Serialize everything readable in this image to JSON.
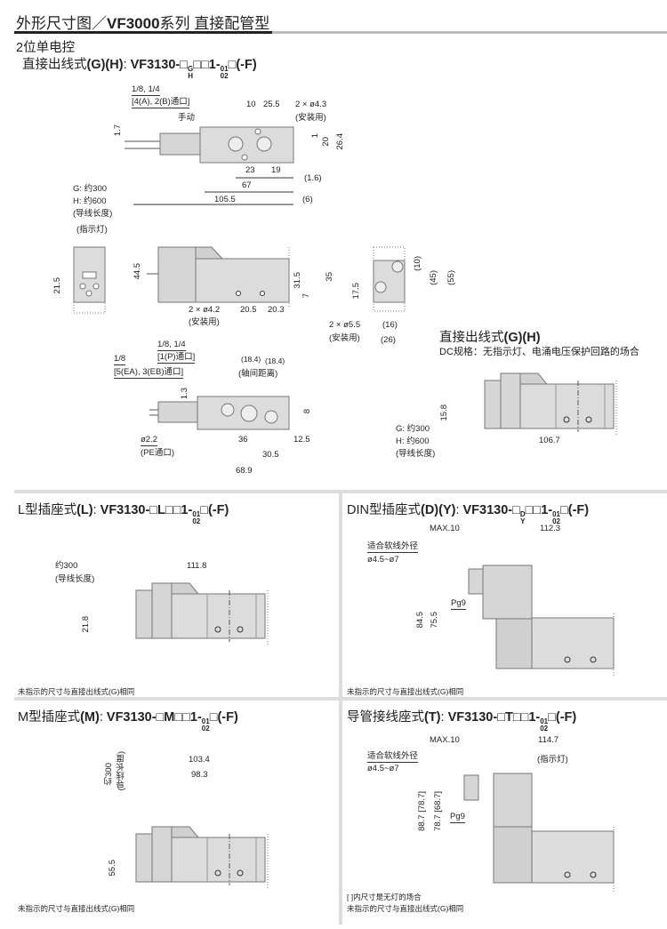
{
  "title": {
    "pre": "外形尺寸图／",
    "bold": "VF3000",
    "post": "系列  直接配管型"
  },
  "subtitle": "2位单电控",
  "sections": {
    "gh": {
      "label": "直接出线式",
      "code": "(G)(H)",
      "a": "VF3130-□",
      "s1t": "G",
      "s1b": "H",
      "b": "□□1-",
      "s2t": "01",
      "s2b": "02",
      "c": "□(-F)"
    },
    "dc": {
      "label": "直接出线式",
      "code": "(G)(H)",
      "desc": "DC规格：无指示灯、电涌电压保护回路的场合"
    },
    "l": {
      "label": "L型插座式",
      "code": "(L)",
      "a": "VF3130-□L",
      "b": "□□1-",
      "s2t": "01",
      "s2b": "02",
      "c": "□(-F)",
      "note": "未指示的尺寸与直接出线式(G)相同"
    },
    "din": {
      "label": "DIN型插座式",
      "code": "(D)(Y)",
      "a": "VF3130-□",
      "s1t": "D",
      "s1b": "Y",
      "b": "□□1-",
      "s2t": "01",
      "s2b": "02",
      "c": "□(-F)",
      "note": "未指示的尺寸与直接出线式(G)相同"
    },
    "m": {
      "label": "M型插座式",
      "code": "(M)",
      "a": "VF3130-□M",
      "b": "□□1-",
      "s2t": "01",
      "s2b": "02",
      "c": "□(-F)",
      "note": "未指示的尺寸与直接出线式(G)相同"
    },
    "t": {
      "label": "导管接线座式",
      "code": "(T)",
      "a": "VF3130-□T",
      "b": "□□1-",
      "s2t": "01",
      "s2b": "02",
      "c": "□(-F)",
      "note_bracket": "[   ]内尺寸是无灯的场合",
      "note": "未指示的尺寸与直接出线式(G)相同"
    }
  },
  "dims": {
    "top": {
      "port": "1/8, 1/4",
      "port_name": "[4(A), 2(B)通口]",
      "d10": "10",
      "d25_5": "25.5",
      "mount": "2 × ø4.3",
      "mount_use": "(安装用)",
      "manual": "手动",
      "d1_7": "1.7",
      "d1": "1",
      "d20": "20",
      "d26_4": "26.4",
      "d23": "23",
      "d19": "19",
      "d1_6": "(1.6)",
      "d67": "67",
      "d105_5": "105.5",
      "d6": "(6)",
      "g": "G: 约300",
      "h": "H: 约600",
      "lead": "(导线长度)"
    },
    "end": {
      "indicator": "(指示灯)",
      "d21_5": "21.5"
    },
    "side": {
      "d44_5": "44.5",
      "mount": "2 × ø4.2",
      "mount_use": "(安装用)",
      "d20_5": "20.5",
      "d20_3": "20.3",
      "d31_5": "31.5",
      "d35": "35",
      "d7": "7"
    },
    "rend": {
      "d10": "(10)",
      "d45": "(45)",
      "d55": "(55)",
      "d17_5": "17.5",
      "mount": "2 × ø5.5",
      "mount_use": "(安装用)",
      "d16": "(16)",
      "d26": "(26)"
    },
    "bottom": {
      "pport": "1/8, 1/4",
      "pport_name": "[1(P)通口]",
      "eport": "1/8",
      "eport_name": "[5(EA), 3(EB)通口]",
      "p1": "(18.4)",
      "p2": "(18.4)",
      "pitch": "(轴间距离)",
      "d1_3": "1.3",
      "d8": "8",
      "pe": "ø2.2",
      "pe_name": "(PE通口)",
      "d36": "36",
      "d12_5": "12.5",
      "d30_5": "30.5",
      "d68_9": "68.9"
    },
    "dc": {
      "d15_8": "15.8",
      "g": "G: 约300",
      "h": "H: 约600",
      "lead": "(导线长度)",
      "d106_7": "106.7"
    },
    "l": {
      "approx": "约300",
      "lead": "(导线长度)",
      "d111_8": "111.8",
      "d21_8": "21.8"
    },
    "din": {
      "max": "MAX.10",
      "d112_3": "112.3",
      "cable": "适合软线外径",
      "cable_d": "ø4.5~ø7",
      "pg": "Pg9",
      "d84_5": "84.5",
      "d75_5": "75.5"
    },
    "m": {
      "approx": "约300",
      "lead": "(导线长度)",
      "d103_4": "103.4",
      "d98_3": "98.3",
      "d55_5": "55.5"
    },
    "t": {
      "max": "MAX.10",
      "d114_7": "114.7",
      "cable": "适合软线外径",
      "cable_d": "ø4.5~ø7",
      "indicator": "(指示灯)",
      "pg": "Pg9",
      "d88_7": "88.7 [78.7]",
      "d78_7": "78.7 [68.7]"
    }
  }
}
